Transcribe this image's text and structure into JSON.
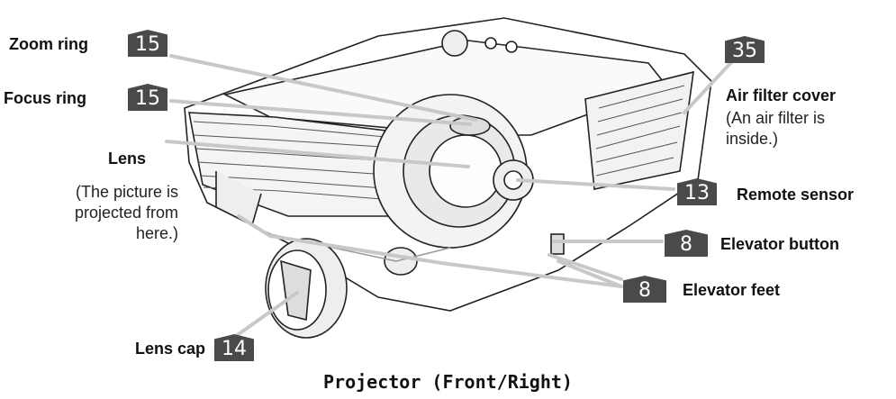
{
  "labels": {
    "zoom_ring": "Zoom ring",
    "focus_ring": "Focus ring",
    "lens": "Lens",
    "lens_desc": [
      "(The picture is",
      "projected from",
      "here.)"
    ],
    "air_filter_cover": "Air filter cover",
    "air_filter_desc": [
      "(An air filter is",
      "inside.)"
    ],
    "remote_sensor": "Remote sensor",
    "elevator_button": "Elevator button",
    "elevator_feet": "Elevator feet",
    "lens_cap": "Lens cap"
  },
  "pages": {
    "zoom_ring": "15",
    "focus_ring": "15",
    "air_filter_cover": "35",
    "remote_sensor": "13",
    "elevator_button": "8",
    "elevator_feet": "8",
    "lens_cap": "14"
  },
  "caption": "Projector (Front/Right)",
  "colors": {
    "badge": "#4a4a4a",
    "leader": "#c8c8c8",
    "outline": "#222222"
  }
}
